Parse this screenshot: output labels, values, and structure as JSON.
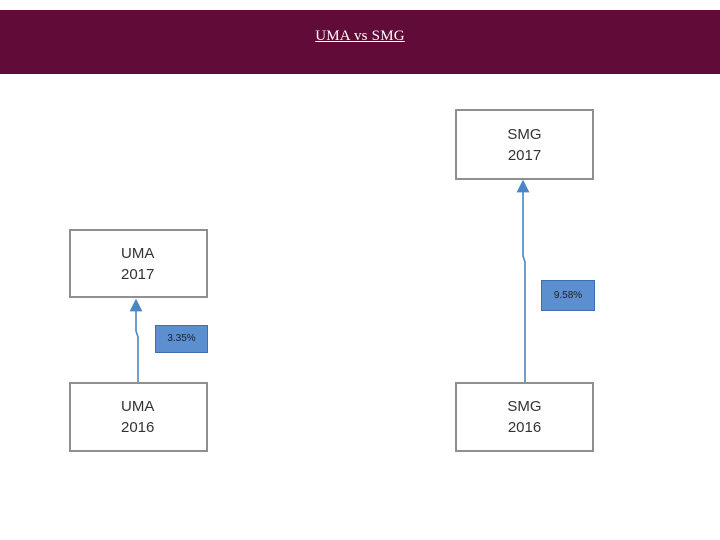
{
  "header": {
    "title": "UMA vs SMG",
    "background": "#600b38"
  },
  "nodes": {
    "uma_2017": {
      "line1": "UMA",
      "line2": "2017"
    },
    "uma_2016": {
      "line1": "UMA",
      "line2": "2016"
    },
    "smg_2017": {
      "line1": "SMG",
      "line2": "2017"
    },
    "smg_2016": {
      "line1": "SMG",
      "line2": "2016"
    }
  },
  "growth": {
    "uma": "3.35%",
    "smg": "9.58%"
  },
  "colors": {
    "arrow": "#4a86c5",
    "tag": "#5b8fd0",
    "node_border": "#8f8f8f"
  }
}
